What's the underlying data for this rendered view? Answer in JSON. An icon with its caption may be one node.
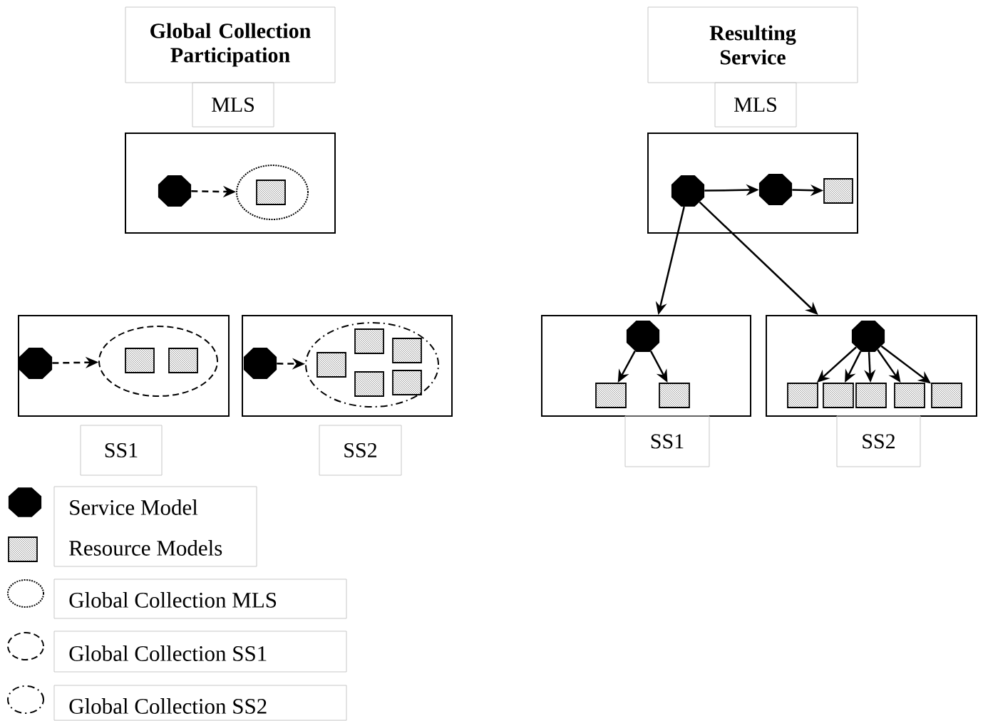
{
  "diagram": {
    "nodes": [
      {
        "text": [
          "Global Collection Participation"
        ]
      },
      {
        "text": [
          "MLS"
        ]
      },
      {
        "text": [],
        "shape": "box"
      },
      {
        "text": [],
        "shape": "octagon",
        "in": 2
      },
      {
        "text": [],
        "shape": "ellipse",
        "in": 2
      },
      {
        "text": [],
        "shape": "box",
        "in": 4
      },
      {
        "text": [],
        "shape": "box"
      },
      {
        "text": [],
        "shape": "octagon",
        "in": 6
      },
      {
        "text": [],
        "shape": "ellipse",
        "in": 6
      },
      {
        "text": [],
        "shape": "box",
        "in": 8
      },
      {
        "text": [],
        "shape": "box",
        "in": 8
      },
      {
        "text": [],
        "shape": "box"
      },
      {
        "text": [],
        "shape": "octagon",
        "in": 11
      },
      {
        "text": [],
        "shape": "ellipse",
        "in": 11
      },
      {
        "text": [],
        "shape": "box",
        "in": 13
      },
      {
        "text": [],
        "shape": "box",
        "in": 13
      },
      {
        "text": [],
        "shape": "box",
        "in": 13
      },
      {
        "text": [],
        "shape": "box",
        "in": 13
      },
      {
        "text": [],
        "shape": "box",
        "in": 13
      },
      {
        "text": [
          "SS1"
        ]
      },
      {
        "text": [
          "SS2"
        ]
      },
      {
        "text": [
          "Resulting Service"
        ]
      },
      {
        "text": [
          "MLS"
        ]
      },
      {
        "text": [],
        "shape": "box"
      },
      {
        "text": [],
        "shape": "octagon",
        "in": 23
      },
      {
        "text": [],
        "shape": "octagon",
        "in": 23
      },
      {
        "text": [],
        "shape": "box",
        "in": 23
      },
      {
        "text": [],
        "shape": "box"
      },
      {
        "text": [],
        "shape": "octagon",
        "in": 27
      },
      {
        "text": [],
        "shape": "box",
        "in": 27
      },
      {
        "text": [],
        "shape": "box",
        "in": 27
      },
      {
        "text": [],
        "shape": "box"
      },
      {
        "text": [],
        "shape": "octagon",
        "in": 31
      },
      {
        "text": [],
        "shape": "box",
        "in": 31
      },
      {
        "text": [],
        "shape": "box",
        "in": 31
      },
      {
        "text": [],
        "shape": "box",
        "in": 31
      },
      {
        "text": [],
        "shape": "box",
        "in": 31
      },
      {
        "text": [],
        "shape": "box",
        "in": 31
      },
      {
        "text": [
          "SS1"
        ]
      },
      {
        "text": [
          "SS2"
        ]
      }
    ],
    "edges": [
      {
        "from": 3,
        "to": 4,
        "arrow": "to",
        "style": "dashed"
      },
      {
        "from": 7,
        "to": 8,
        "arrow": "to",
        "style": "dashed"
      },
      {
        "from": 12,
        "to": 13,
        "arrow": "to",
        "style": "dashed"
      },
      {
        "from": 24,
        "to": 25,
        "arrow": "to"
      },
      {
        "from": 25,
        "to": 26,
        "arrow": "to"
      },
      {
        "from": 24,
        "to": 27,
        "arrow": "to"
      },
      {
        "from": 24,
        "to": 31,
        "arrow": "to"
      },
      {
        "from": 28,
        "to": 29,
        "arrow": "to"
      },
      {
        "from": 28,
        "to": 30,
        "arrow": "to"
      },
      {
        "from": 32,
        "to": 33,
        "arrow": "to"
      },
      {
        "from": 32,
        "to": 34,
        "arrow": "to"
      },
      {
        "from": 32,
        "to": 35,
        "arrow": "to"
      },
      {
        "from": 32,
        "to": 36,
        "arrow": "to"
      },
      {
        "from": 32,
        "to": 37,
        "arrow": "to"
      }
    ],
    "legend": [
      {
        "text": "Service Model"
      },
      {
        "text": "Resource Models"
      },
      {
        "text": "Global Collection MLS"
      },
      {
        "text": "Global Collection SS1"
      },
      {
        "text": "Global Collection SS2"
      }
    ]
  }
}
